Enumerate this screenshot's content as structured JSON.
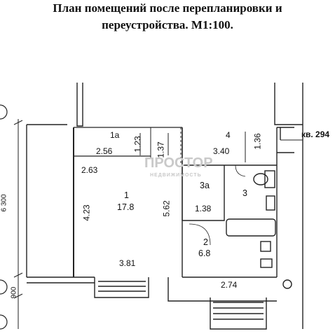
{
  "title": {
    "line1": "План помещений после перепланировки и",
    "line2": "переустройства. М1:100."
  },
  "neighbor": "кв. 294",
  "watermark": {
    "brand": "ПРОСТОР",
    "tagline": "НЕДВИЖИМОСТЬ"
  },
  "rooms": {
    "r1a": {
      "id": "1а",
      "area": "2.56"
    },
    "r4": {
      "id": "4",
      "area": "3.40"
    },
    "r1": {
      "id": "1",
      "area": "17.8"
    },
    "r3a": {
      "id": "3а",
      "area": "1.38"
    },
    "r3": {
      "id": "3"
    },
    "r2": {
      "id": "2",
      "area": "6.8"
    }
  },
  "dimensions": {
    "d_1_23": "1.23",
    "d_1_37": "1.37",
    "d_1_36": "1.36",
    "d_2_63": "2.63",
    "d_4_23": "4.23",
    "d_5_62": "5.62",
    "d_3_81": "3.81",
    "d_2_74": "2.74",
    "d_6300": "6 300",
    "d_900": "900"
  }
}
